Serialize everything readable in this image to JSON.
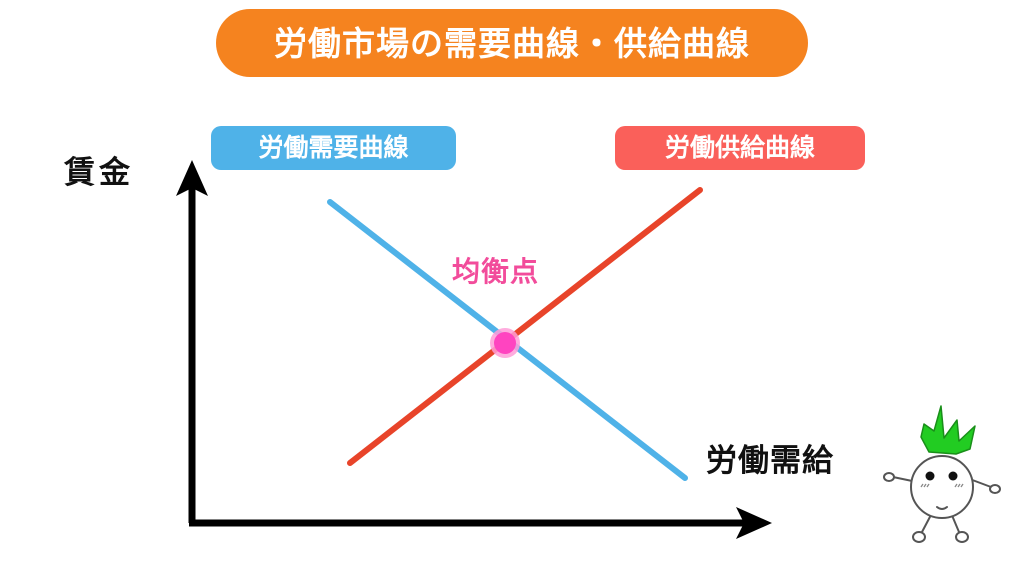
{
  "title": {
    "text": "労働市場の需要曲線・供給曲線"
  },
  "labels": {
    "demand_curve": "労働需要曲線",
    "supply_curve": "労働供給曲線",
    "equilibrium_point": "均衡点",
    "y_axis": "賃金",
    "x_axis": "労働需給"
  },
  "colors": {
    "title_banner": "#F5831F",
    "demand": "#4FB2E8",
    "supply": "#FA605A",
    "supply_line": "#E8442A",
    "equilibrium_text": "#F24C9B",
    "equilibrium_dot": "#FF44C0",
    "equilibrium_halo": "#FF9ED8",
    "axis": "#000000",
    "leaf": "#22CC22",
    "body": "#FFFFFF",
    "outline": "#444444"
  },
  "chart_data": {
    "type": "line",
    "title": "労働市場の需要曲線・供給曲線",
    "xlabel": "労働需給",
    "ylabel": "賃金",
    "grid": false,
    "legend": "inline-labels",
    "series": [
      {
        "name": "労働需要曲線",
        "color": "#4FB2E8",
        "points": [
          [
            330,
            202
          ],
          [
            685,
            478
          ]
        ],
        "slope": "negative"
      },
      {
        "name": "労働供給曲線",
        "color": "#E8442A",
        "points": [
          [
            350,
            463
          ],
          [
            700,
            190
          ]
        ],
        "slope": "positive"
      }
    ],
    "annotations": [
      {
        "name": "均衡点",
        "x": 505,
        "y": 343,
        "type": "point"
      }
    ],
    "axes": {
      "origin": [
        192,
        523
      ],
      "y_top": [
        192,
        162
      ],
      "x_right": [
        770,
        523
      ]
    }
  },
  "mascot": {
    "name": "turnip-character",
    "description": "白いカブのキャラクター",
    "leaf_color": "#22CC22"
  }
}
